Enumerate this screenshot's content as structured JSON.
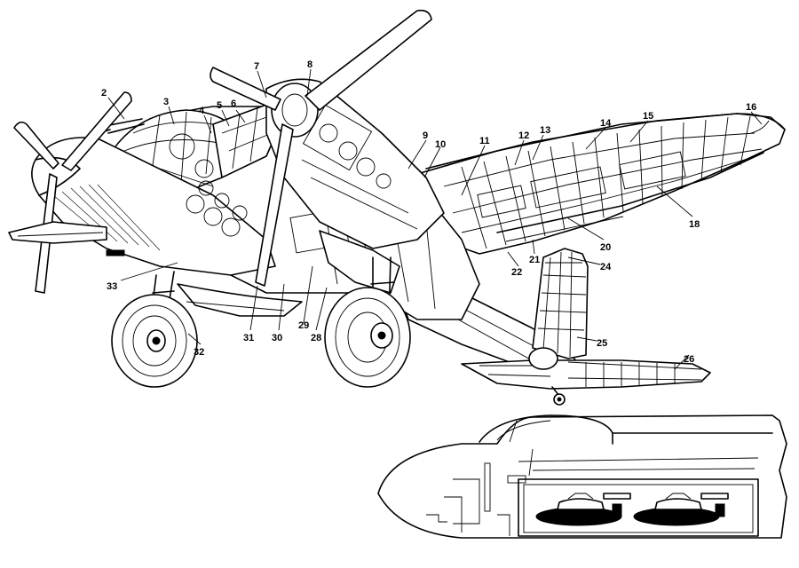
{
  "diagram": {
    "callouts": [
      {
        "id": "c2",
        "label": "2"
      },
      {
        "id": "c3",
        "label": "3"
      },
      {
        "id": "c4",
        "label": "4"
      },
      {
        "id": "c5",
        "label": "5"
      },
      {
        "id": "c6",
        "label": "6"
      },
      {
        "id": "c7",
        "label": "7"
      },
      {
        "id": "c8",
        "label": "8"
      },
      {
        "id": "c9",
        "label": "9"
      },
      {
        "id": "c10",
        "label": "10"
      },
      {
        "id": "c11",
        "label": "11"
      },
      {
        "id": "c12",
        "label": "12"
      },
      {
        "id": "c13",
        "label": "13"
      },
      {
        "id": "c14",
        "label": "14"
      },
      {
        "id": "c15",
        "label": "15"
      },
      {
        "id": "c16",
        "label": "16"
      },
      {
        "id": "c18",
        "label": "18"
      },
      {
        "id": "c20",
        "label": "20"
      },
      {
        "id": "c21",
        "label": "21"
      },
      {
        "id": "c22",
        "label": "22"
      },
      {
        "id": "c24",
        "label": "24"
      },
      {
        "id": "c25",
        "label": "25"
      },
      {
        "id": "c26",
        "label": "26"
      },
      {
        "id": "c28",
        "label": "28"
      },
      {
        "id": "c29",
        "label": "29"
      },
      {
        "id": "c30",
        "label": "30"
      },
      {
        "id": "c31",
        "label": "31"
      },
      {
        "id": "c32",
        "label": "32"
      },
      {
        "id": "c33",
        "label": "33"
      }
    ]
  }
}
